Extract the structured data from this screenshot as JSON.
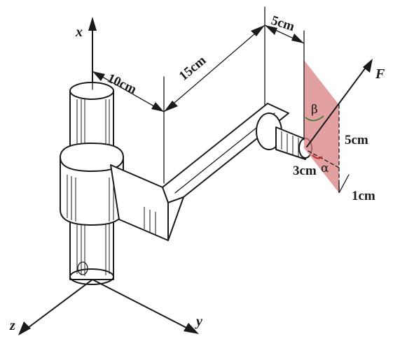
{
  "axes": {
    "x": "x",
    "y": "y",
    "z": "z"
  },
  "force": {
    "label": "F"
  },
  "angles": {
    "beta": "β",
    "alpha": "α"
  },
  "dimensions": {
    "d10": "10cm",
    "d15": "15cm",
    "d5_top": "5cm",
    "d5_side": "5cm",
    "d3": "3cm",
    "d1": "1cm"
  },
  "colors": {
    "plane_fill": "#d98080",
    "beta_arc": "#2e7d32",
    "alpha_arc": "#c62828",
    "ink": "#1a1a1a"
  }
}
